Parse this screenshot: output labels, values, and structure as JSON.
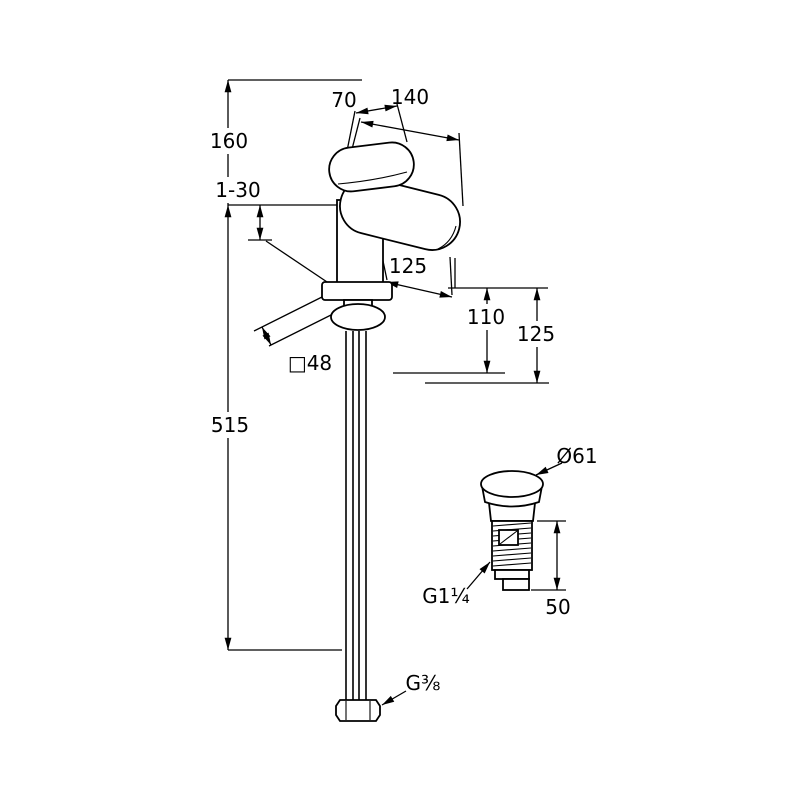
{
  "diagram": {
    "type": "technical-dimension-drawing",
    "subject": "single-lever tall basin mixer with pop-up waste",
    "colors": {
      "line": "#000000",
      "background": "#ffffff"
    },
    "labels": {
      "height_total": "160",
      "deck_thickness": "1-30",
      "lever_width": "70",
      "spout_reach_top": "140",
      "spout_reach": "125",
      "outlet_height": "110",
      "outlet_height_right": "125",
      "base_square": "□48",
      "hose_length": "515",
      "waste_diameter": "Ø61",
      "waste_thread": "G1¼",
      "waste_height": "50",
      "hose_thread": "G⅜"
    }
  }
}
